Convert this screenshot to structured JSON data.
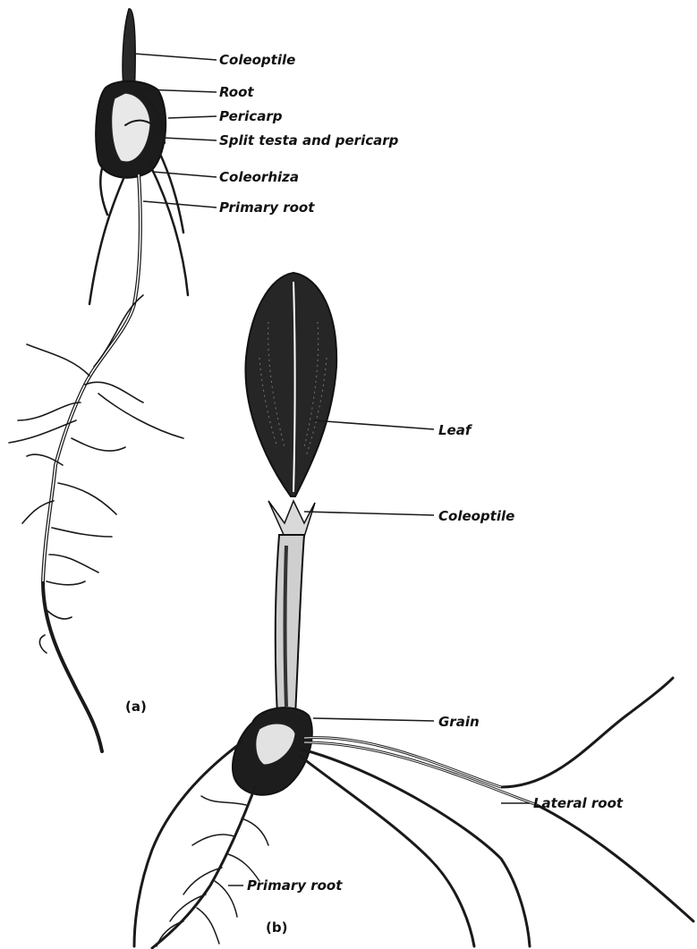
{
  "seedling_a": {
    "caption": "(a)",
    "labels": {
      "coleoptile": "Coleoptile",
      "root": "Root",
      "pericarp": "Pericarp",
      "split_testa": "Split testa and pericarp",
      "coleorhiza": "Coleorhiza",
      "primary_root": "Primary root"
    }
  },
  "seedling_b": {
    "caption": "(b)",
    "labels": {
      "leaf": "Leaf",
      "coleoptile": "Coleoptile",
      "grain": "Grain",
      "lateral_root": "Lateral root",
      "primary_root": "Primary root"
    }
  }
}
